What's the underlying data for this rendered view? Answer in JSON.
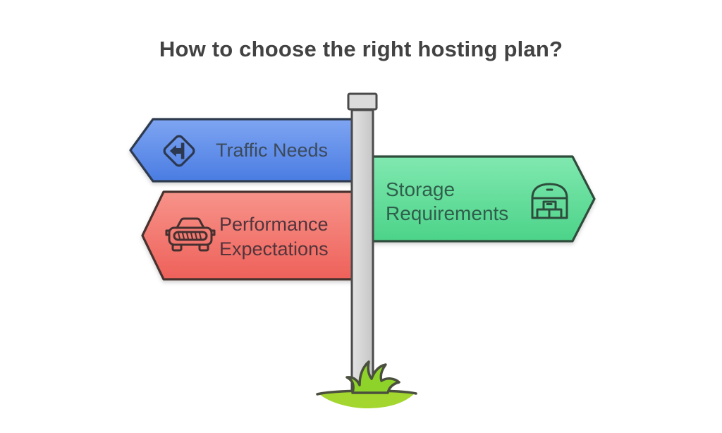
{
  "title": "How to choose the right hosting plan?",
  "signs": [
    {
      "name": "traffic-needs",
      "lines": [
        "Traffic Needs"
      ],
      "direction": "left",
      "icon": "road-junction-icon",
      "gradient_top": "#7EA5F2",
      "gradient_bottom": "#4A7CE2",
      "border_color": "#2E3A50",
      "text_color": "#3C4A5C"
    },
    {
      "name": "performance-expectations",
      "lines": [
        "Performance",
        "Expectations"
      ],
      "direction": "left",
      "icon": "car-icon",
      "gradient_top": "#F7938A",
      "gradient_bottom": "#EE615A",
      "border_color": "#46302F",
      "text_color": "#53343B"
    },
    {
      "name": "storage-requirements",
      "lines": [
        "Storage",
        "Requirements"
      ],
      "direction": "right",
      "icon": "warehouse-icon",
      "gradient_top": "#80E8AF",
      "gradient_bottom": "#4CD389",
      "border_color": "#2E4B3B",
      "text_color": "#2F5F4B"
    }
  ],
  "scene": {
    "background": "#FFFFFF",
    "title_color": "#424242",
    "pole_fill_light": "#E3E3E3",
    "pole_fill_dark": "#C6C6C6",
    "pole_border": "#4A4A4A",
    "grass_fill": "#A3D62E",
    "grass_tuft_fill": "#8ED32A",
    "grass_border": "#4A4F3E"
  }
}
